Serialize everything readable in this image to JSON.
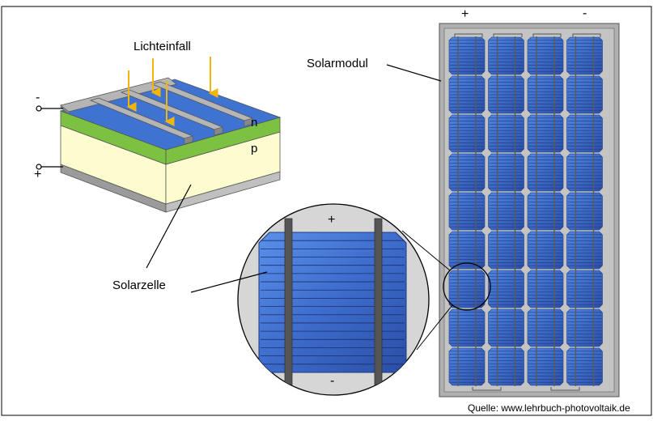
{
  "labels": {
    "light": "Lichteinfall",
    "module": "Solarmodul",
    "cell": "Solarzelle",
    "n_layer": "n",
    "p_layer": "p",
    "minus": "-",
    "plus": "+",
    "source": "Quelle: www.lehrbuch-photovoltaik.de"
  },
  "module_grid": {
    "columns": 4,
    "rows": 9
  },
  "colors": {
    "cell_blue": "#3a68c4",
    "cell_dark": "#24449a",
    "n_layer": "#7cc142",
    "p_layer": "#fdfccf",
    "contacts": "#a9a9a9",
    "arrows": "#f2b50c",
    "module_frame": "#a0a0a0"
  }
}
